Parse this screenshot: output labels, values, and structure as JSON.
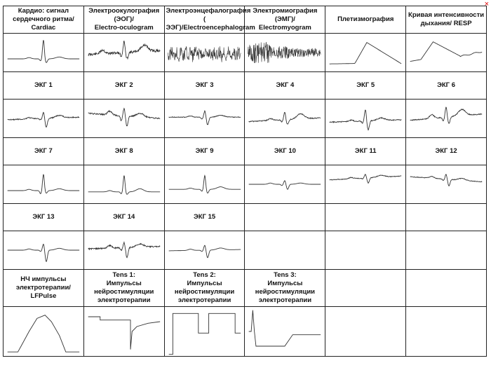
{
  "window": {
    "close_glyph": "×"
  },
  "rows": [
    {
      "labels": [
        "Кардио: сигнал\nсердечного ритма/ Cardiac",
        "Электроокулография (ЭОГ)/\nElectro-oculogram",
        "Электроэнцефалография\n( ЭЭГ)/Electroencephalogram",
        "Электромиография (ЭМГ)/\nElectromyogram",
        "Плетизмография",
        "Кривая интенсивности\nдыхания/ RESP"
      ],
      "waves": [
        "cardiac",
        "eog",
        "eeg",
        "emg",
        "pleth",
        "resp"
      ]
    },
    {
      "labels": [
        "ЭКГ 1",
        "ЭКГ 2",
        "ЭКГ 3",
        "ЭКГ 4",
        "ЭКГ 5",
        "ЭКГ 6"
      ],
      "waves": [
        "ecg1",
        "ecg2",
        "ecg3",
        "ecg4",
        "ecg5",
        "ecg6"
      ]
    },
    {
      "labels": [
        "ЭКГ 7",
        "ЭКГ 8",
        "ЭКГ 9",
        "ЭКГ 10",
        "ЭКГ 11",
        "ЭКГ 12"
      ],
      "waves": [
        "ecg7",
        "ecg8",
        "ecg9",
        "ecg10",
        "ecg11",
        "ecg12"
      ]
    },
    {
      "labels": [
        "ЭКГ 13",
        "ЭКГ 14",
        "ЭКГ 15",
        "",
        "",
        ""
      ],
      "waves": [
        "ecg13",
        "ecg14",
        "ecg15",
        "",
        "",
        ""
      ]
    },
    {
      "labels": [
        "НЧ импульсы\nэлектротерапии/\nLFPulse",
        "Tens 1:\nИмпульсы\nнейростимуляции\nэлектротерапии",
        "Tens 2:\nИмпульсы\nнейростимуляции\nэлектротерапии",
        "Tens 3:\nИмпульсы\nнейростимуляции\nэлектротерапии",
        "",
        ""
      ],
      "waves": [
        "lfpulse",
        "tens1",
        "tens2",
        "tens3",
        "",
        ""
      ]
    }
  ]
}
